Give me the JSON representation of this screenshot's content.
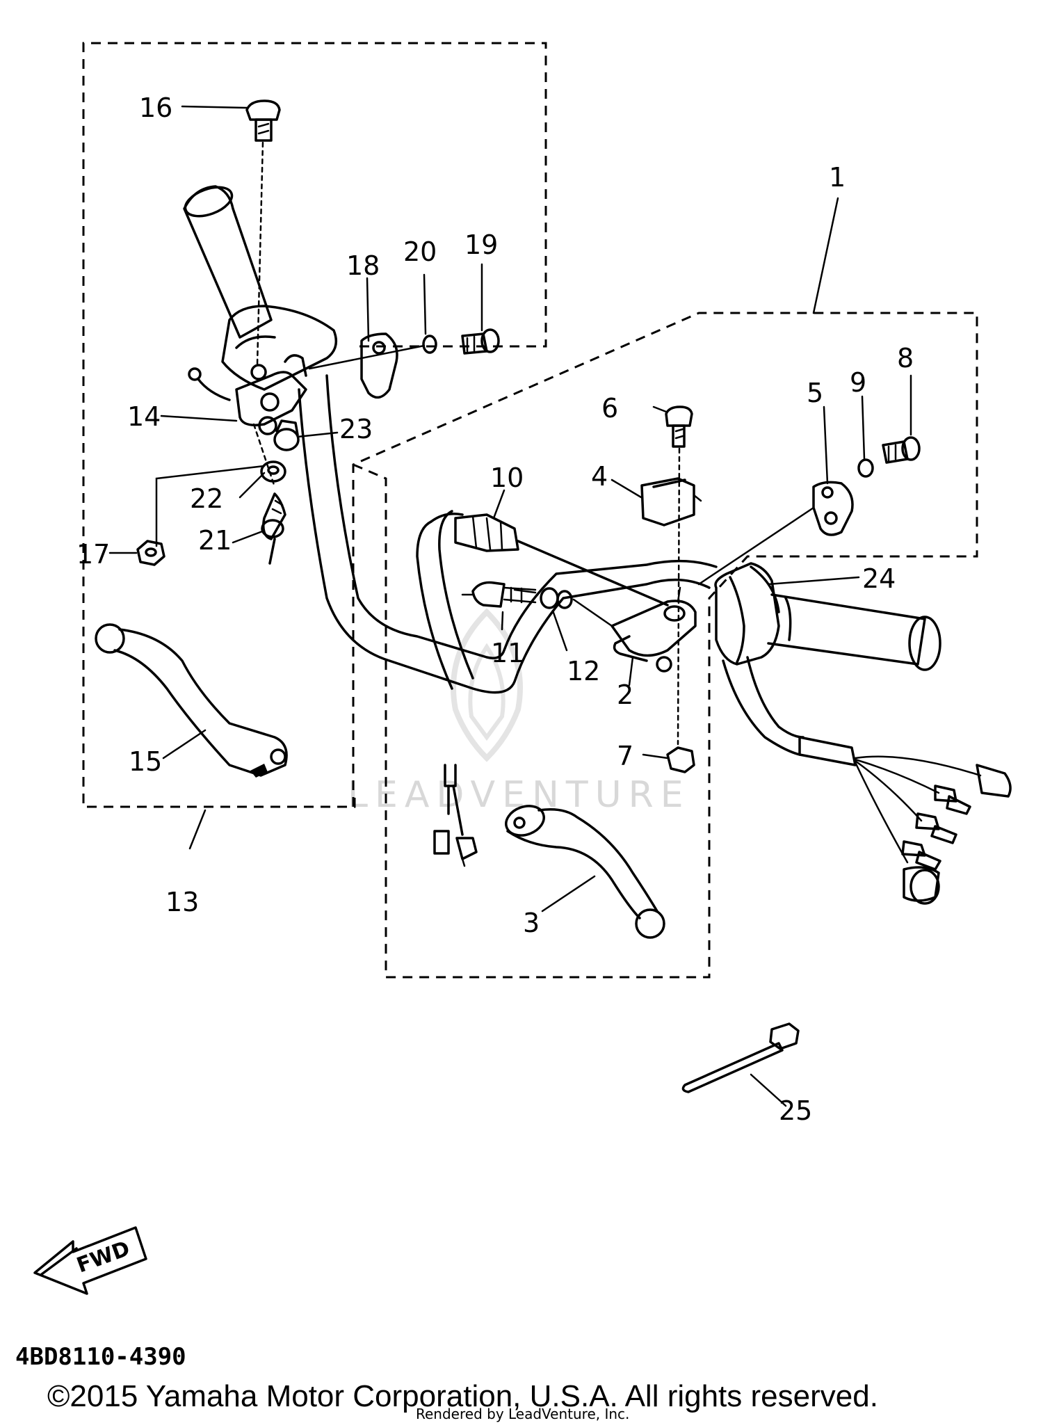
{
  "callouts": {
    "c1": "1",
    "c2": "2",
    "c3": "3",
    "c4": "4",
    "c5": "5",
    "c6": "6",
    "c7": "7",
    "c8": "8",
    "c9": "9",
    "c10": "10",
    "c11": "11",
    "c12": "12",
    "c13": "13",
    "c14": "14",
    "c15": "15",
    "c16": "16",
    "c17": "17",
    "c18": "18",
    "c19": "19",
    "c20": "20",
    "c21": "21",
    "c22": "22",
    "c23": "23",
    "c24": "24",
    "c25": "25"
  },
  "fwd_label": "FWD",
  "diagram_code": "4BD8110-4390",
  "watermark": "LEADVENTURE",
  "copyright": "©2015 Yamaha Motor Corporation, U.S.A. All rights reserved.",
  "rendered_by": "Rendered by LeadVenture, Inc."
}
